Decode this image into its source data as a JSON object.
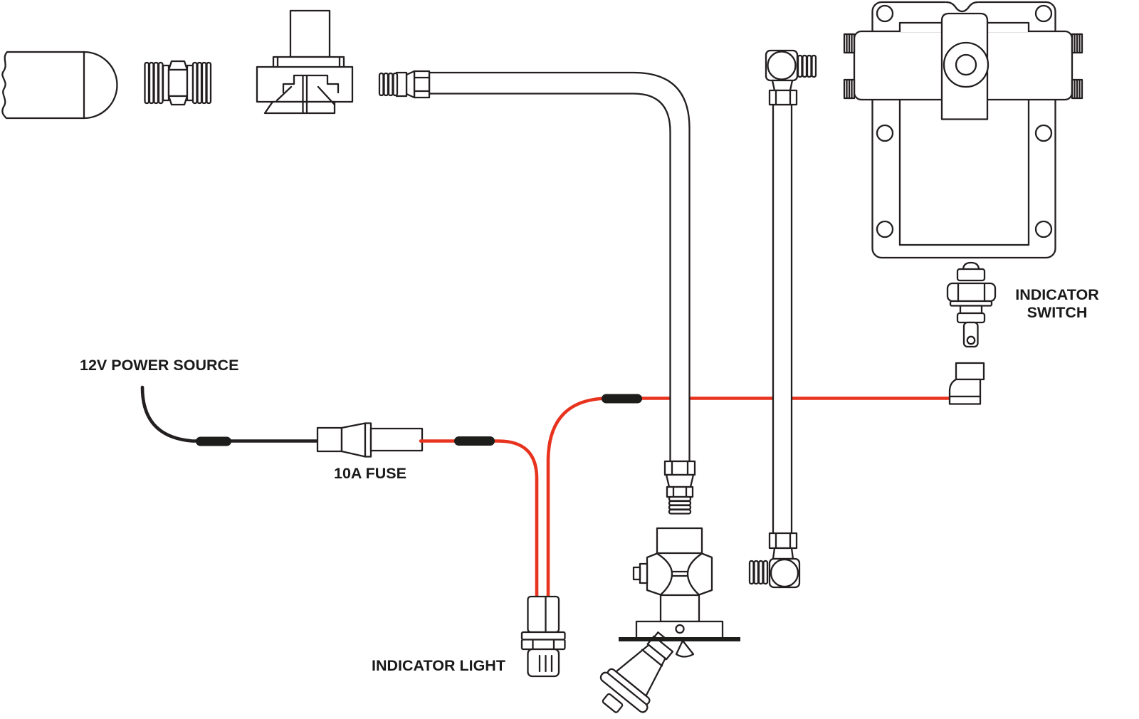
{
  "labels": {
    "power_source": "12V POWER SOURCE",
    "fuse": "10A FUSE",
    "indicator_light": "INDICATOR LIGHT",
    "indicator_switch_line1": "INDICATOR",
    "indicator_switch_line2": "SWITCH"
  },
  "colors": {
    "line_art": "#231f20",
    "wire_red": "#e8331f",
    "wire_black": "#231f20",
    "splice_black": "#1d1d1b",
    "background": "#ffffff",
    "label_text": "#1a1a1a"
  }
}
